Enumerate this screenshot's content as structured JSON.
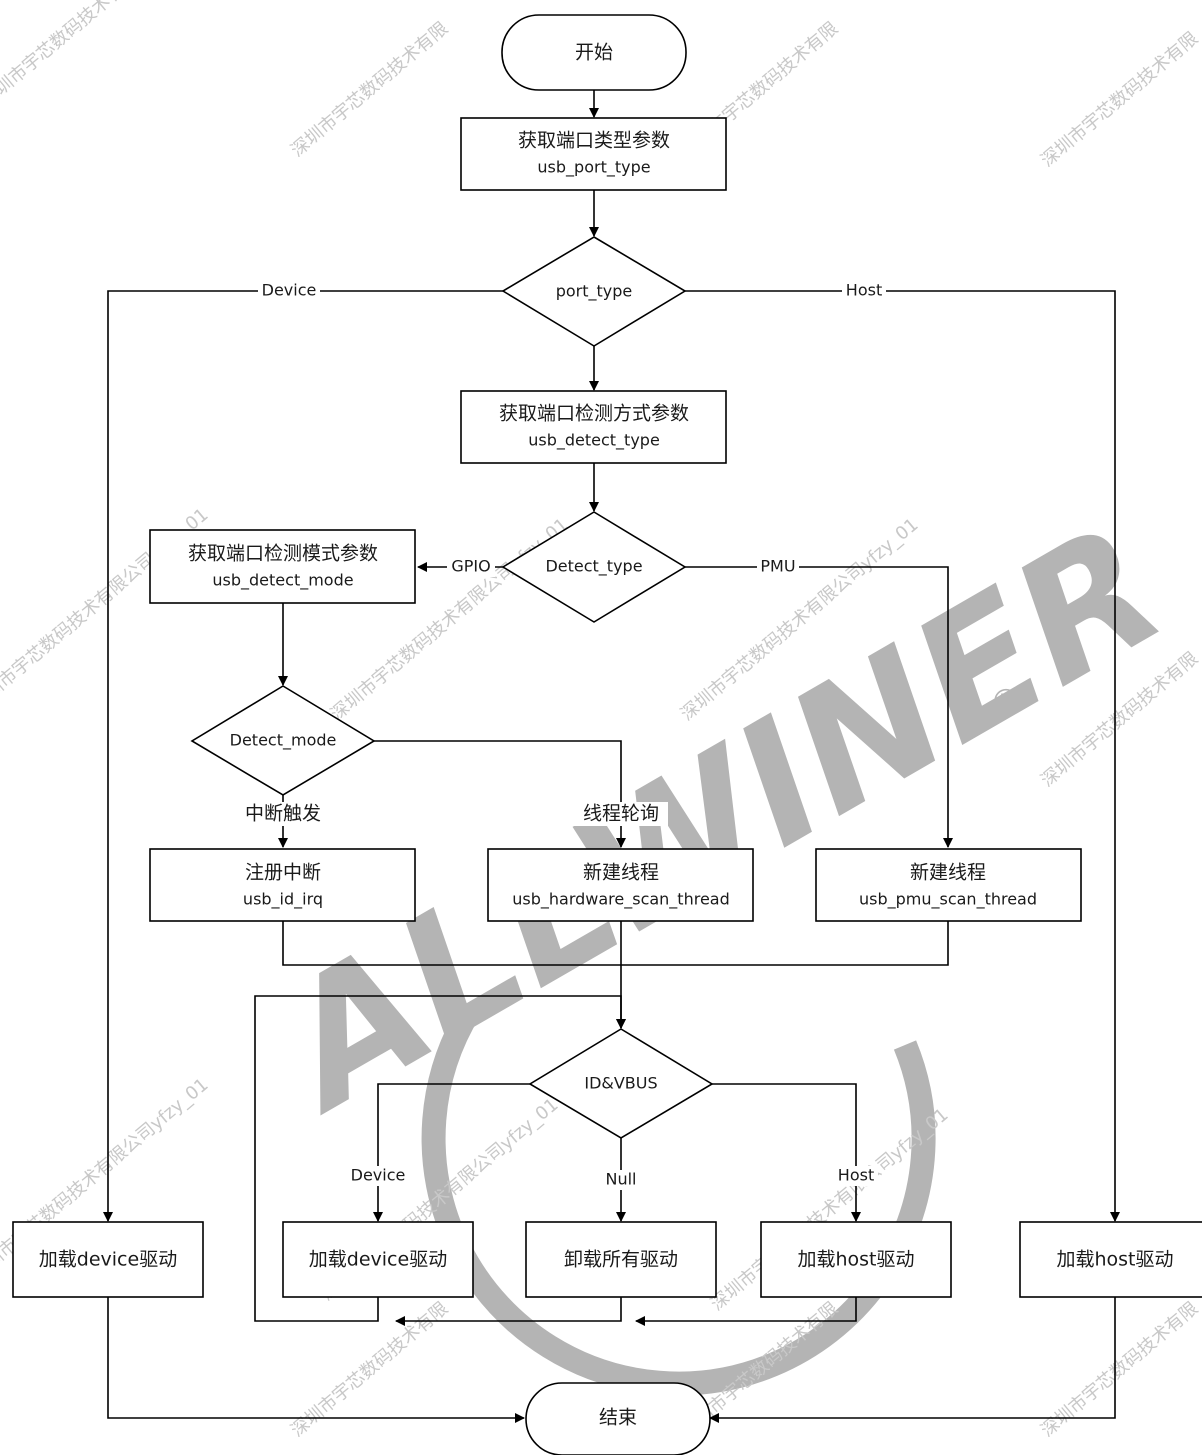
{
  "nodes": {
    "start": "开始",
    "get_port_type": {
      "title": "获取端口类型参数",
      "param": "usb_port_type"
    },
    "port_type": "port_type",
    "get_detect_type": {
      "title": "获取端口检测方式参数",
      "param": "usb_detect_type"
    },
    "detect_type": "Detect_type",
    "get_detect_mode": {
      "title": "获取端口检测模式参数",
      "param": "usb_detect_mode"
    },
    "detect_mode": "Detect_mode",
    "register_irq": {
      "title": "注册中断",
      "param": "usb_id_irq"
    },
    "hw_thread": {
      "title": "新建线程",
      "param": "usb_hardware_scan_thread"
    },
    "pmu_thread": {
      "title": "新建线程",
      "param": "usb_pmu_scan_thread"
    },
    "id_vbus": "ID&VBUS",
    "load_device_left": "加载device驱动",
    "load_device_mid": "加载device驱动",
    "unload_all": "卸载所有驱动",
    "load_host_mid": "加载host驱动",
    "load_host_right": "加载host驱动",
    "end": "结束"
  },
  "edges": {
    "device": "Device",
    "host": "Host",
    "gpio": "GPIO",
    "pmu": "PMU",
    "interrupt": "中断触发",
    "polling": "线程轮询",
    "vbus_device": "Device",
    "vbus_null": "Null",
    "vbus_host": "Host"
  },
  "watermark": {
    "text_a": "深圳市宇芯数码技术有限公司yfzy_01",
    "text_b": "深圳市宇芯数码技术有限",
    "logo": "ALLWINER",
    "registered": "®"
  }
}
